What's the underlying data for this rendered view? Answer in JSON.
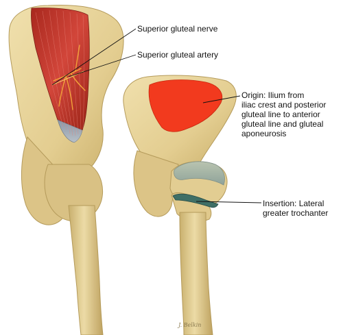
{
  "labels": {
    "superior_gluteal_nerve": "Superior gluteal nerve",
    "superior_gluteal_artery": "Superior gluteal artery",
    "origin": [
      "Origin: Ilium from",
      "iliac crest and posterior",
      "gluteal line to anterior",
      "gluteal line and gluteal",
      "aponeurosis"
    ],
    "insertion": [
      "Insertion: Lateral",
      "greater trochanter"
    ]
  },
  "signature": "J. Belkin",
  "colors": {
    "bone": "#e6d39c",
    "bone_shadow": "#c9b06e",
    "muscle": "#c93a2e",
    "origin_area": "#f23a1e",
    "tendon": "#8f9aa6",
    "insertion_area": "#3f6f66",
    "artery": "#f2a23a",
    "leader_line": "#111111"
  }
}
